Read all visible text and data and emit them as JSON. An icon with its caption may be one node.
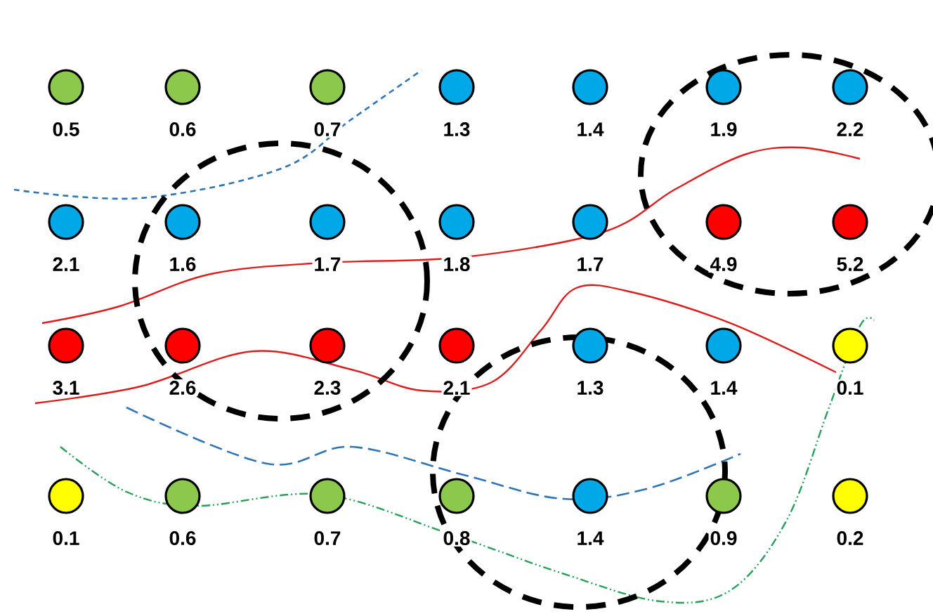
{
  "diagram": {
    "nodes": [
      {
        "text": [],
        "shape": "circle",
        "beside": [
          "0.5"
        ]
      },
      {
        "text": [],
        "shape": "circle",
        "beside": [
          "0.6"
        ]
      },
      {
        "text": [],
        "shape": "circle",
        "beside": [
          "0.7"
        ]
      },
      {
        "text": [],
        "shape": "circle",
        "beside": [
          "1.3"
        ]
      },
      {
        "text": [],
        "shape": "circle",
        "beside": [
          "1.4"
        ]
      },
      {
        "text": [],
        "shape": "circle",
        "beside": [
          "1.9"
        ]
      },
      {
        "text": [],
        "shape": "circle",
        "beside": [
          "2.2"
        ]
      },
      {
        "text": [],
        "shape": "circle",
        "beside": [
          "2.1"
        ]
      },
      {
        "text": [],
        "shape": "circle",
        "beside": [
          "1.6"
        ]
      },
      {
        "text": [],
        "shape": "circle",
        "beside": [
          "1.7"
        ]
      },
      {
        "text": [],
        "shape": "circle",
        "beside": [
          "1.8"
        ]
      },
      {
        "text": [],
        "shape": "circle",
        "beside": [
          "1.7"
        ]
      },
      {
        "text": [],
        "shape": "circle",
        "beside": [
          "4.9"
        ]
      },
      {
        "text": [],
        "shape": "circle",
        "beside": [
          "5.2"
        ]
      },
      {
        "text": [],
        "shape": "circle",
        "beside": [
          "3.1"
        ]
      },
      {
        "text": [],
        "shape": "circle",
        "beside": [
          "2.6"
        ]
      },
      {
        "text": [],
        "shape": "circle",
        "beside": [
          "2.3"
        ]
      },
      {
        "text": [],
        "shape": "circle",
        "beside": [
          "2.1"
        ]
      },
      {
        "text": [],
        "shape": "circle",
        "beside": [
          "1.3"
        ]
      },
      {
        "text": [],
        "shape": "circle",
        "beside": [
          "1.4"
        ]
      },
      {
        "text": [],
        "shape": "circle",
        "beside": [
          "0.1"
        ]
      },
      {
        "text": [],
        "shape": "circle",
        "beside": [
          "0.1"
        ]
      },
      {
        "text": [],
        "shape": "circle",
        "beside": [
          "0.6"
        ]
      },
      {
        "text": [],
        "shape": "circle",
        "beside": [
          "0.7"
        ]
      },
      {
        "text": [],
        "shape": "circle",
        "beside": [
          "0.8"
        ]
      },
      {
        "text": [],
        "shape": "circle",
        "beside": [
          "1.4"
        ]
      },
      {
        "text": [],
        "shape": "circle",
        "beside": [
          "0.9"
        ]
      },
      {
        "text": [],
        "shape": "circle",
        "beside": [
          "0.2"
        ]
      }
    ]
  }
}
